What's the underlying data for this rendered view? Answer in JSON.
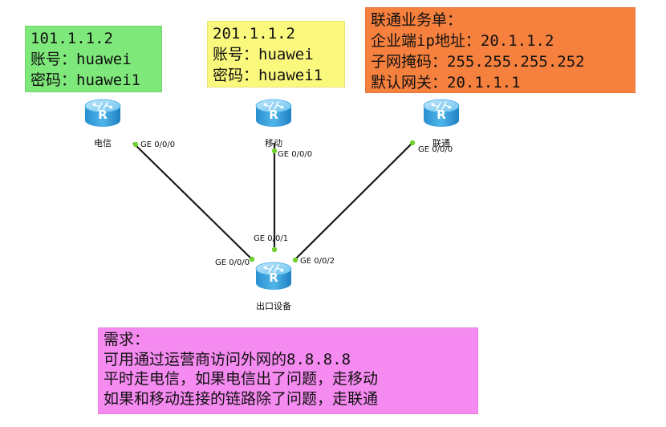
{
  "notes": {
    "dianxin": [
      "101.1.1.2",
      "账号：huawei",
      "密码：huawei1"
    ],
    "yidong": [
      "201.1.1.2",
      "账号：huawei",
      "密码：huawei1"
    ],
    "liantong": [
      "联通业务单：",
      "企业端ip地址：20.1.1.2",
      "子网掩码：255.255.255.252",
      "默认网关：20.1.1.1"
    ],
    "requirement": [
      "需求：",
      "可用通过运营商访问外网的8.8.8.8",
      "平时走电信，如果电信出了问题，走移动",
      "如果和移动连接的链路除了问题，走联通"
    ]
  },
  "routers": {
    "dianxin": "电信",
    "yidong": "移动",
    "liantong": "联通",
    "chukou": "出口设备"
  },
  "ports": {
    "dianxin": "GE 0/0/0",
    "yidong": "GE 0/0/0",
    "liantong": "GE 0/0/0",
    "chukou_0": "GE 0/0/0",
    "chukou_1": "GE 0/0/1",
    "chukou_2": "GE 0/0/2"
  },
  "colors": {
    "note_dianxin": "#7ee87a",
    "note_yidong": "#fbf87e",
    "note_liantong": "#f6803d",
    "note_requirement": "#f58af0",
    "router_body": "#3aa7e3",
    "link": "#1a1a1a",
    "port_dot": "#6fd12f"
  },
  "icons": {
    "router": "router-icon"
  }
}
